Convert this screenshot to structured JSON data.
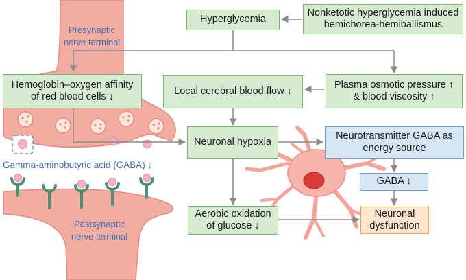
{
  "labels": {
    "presynaptic": "Presynaptic\nnerve terminal",
    "gaba_legend": "Gamma-aminobutyric acid (GABA) ↓",
    "postsynaptic": "Postsynaptic\nnerve terminal"
  },
  "boxes": {
    "hyperglycemia": "Hyperglycemia",
    "nonketotic": "Nonketotic hyperglycemia induced\nhemichorea-hemiballismus",
    "hemoglobin": "Hemoglobin–oxygen affinity\nof red blood cells ↓",
    "blood_flow": "Local cerebral blood flow ↓",
    "osmotic": "Plasma osmotic pressure ↑\n& blood viscosity ↑",
    "hypoxia": "Neuronal hypoxia",
    "gaba_energy": "Neurotransmitter GABA as\nenergy source",
    "gaba_down": "GABA ↓",
    "aerobic": "Aerobic oxidation\nof glucose ↓",
    "dysfunction": "Neuronal\ndysfunction"
  },
  "colors": {
    "synapse_fill": "#f2aca2",
    "synapse_edge": "#e08a80",
    "green_box": "#d7ead2",
    "blue_box": "#d6e6f5",
    "orange_box": "#fde6cf",
    "arrow": "#8a8a8a",
    "neuron": "#f3a59a",
    "label_blue": "#3f6fb5"
  }
}
